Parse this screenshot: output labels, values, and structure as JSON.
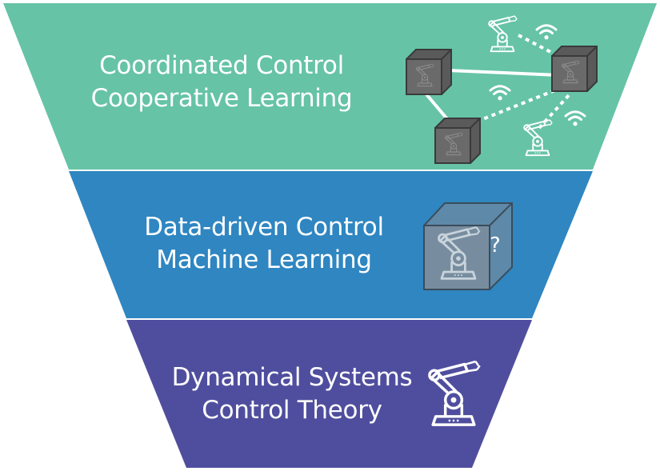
{
  "tiers": [
    {
      "line1": "Coordinated Control",
      "line2": "Cooperative Learning",
      "color": "#66c3a6"
    },
    {
      "line1": "Data-driven Control",
      "line2": "Machine Learning",
      "color": "#2f86c1"
    },
    {
      "line1": "Dynamical Systems",
      "line2": "Control Theory",
      "color": "#4f4e9e"
    }
  ],
  "unknown_mark": "?",
  "icons": [
    "robot-arm-icon",
    "cube-icon",
    "wifi-icon",
    "link-line"
  ]
}
